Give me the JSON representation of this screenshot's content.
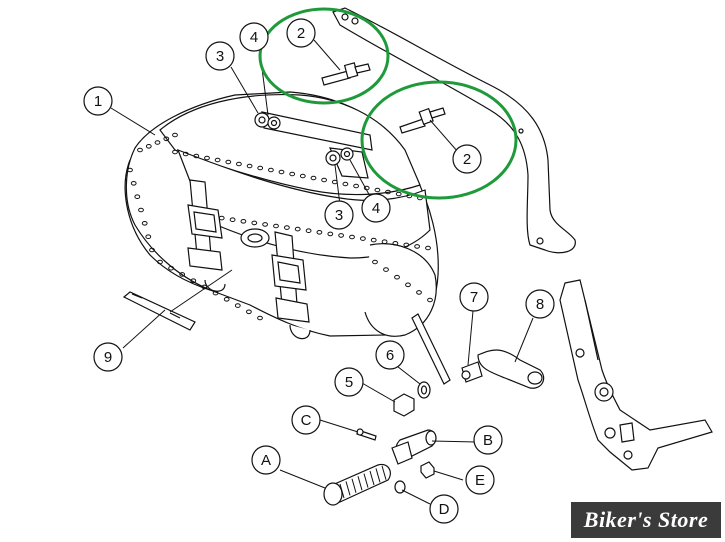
{
  "callouts": {
    "c1": "1",
    "c2a": "2",
    "c2b": "2",
    "c3a": "3",
    "c3b": "3",
    "c4a": "4",
    "c4b": "4",
    "c5": "5",
    "c6": "6",
    "c7": "7",
    "c8": "8",
    "c9": "9",
    "cA": "A",
    "cB": "B",
    "cC": "C",
    "cD": "D",
    "cE": "E"
  },
  "highlight_color": "#1f9a3a",
  "brand": {
    "text": "Biker's Store"
  }
}
